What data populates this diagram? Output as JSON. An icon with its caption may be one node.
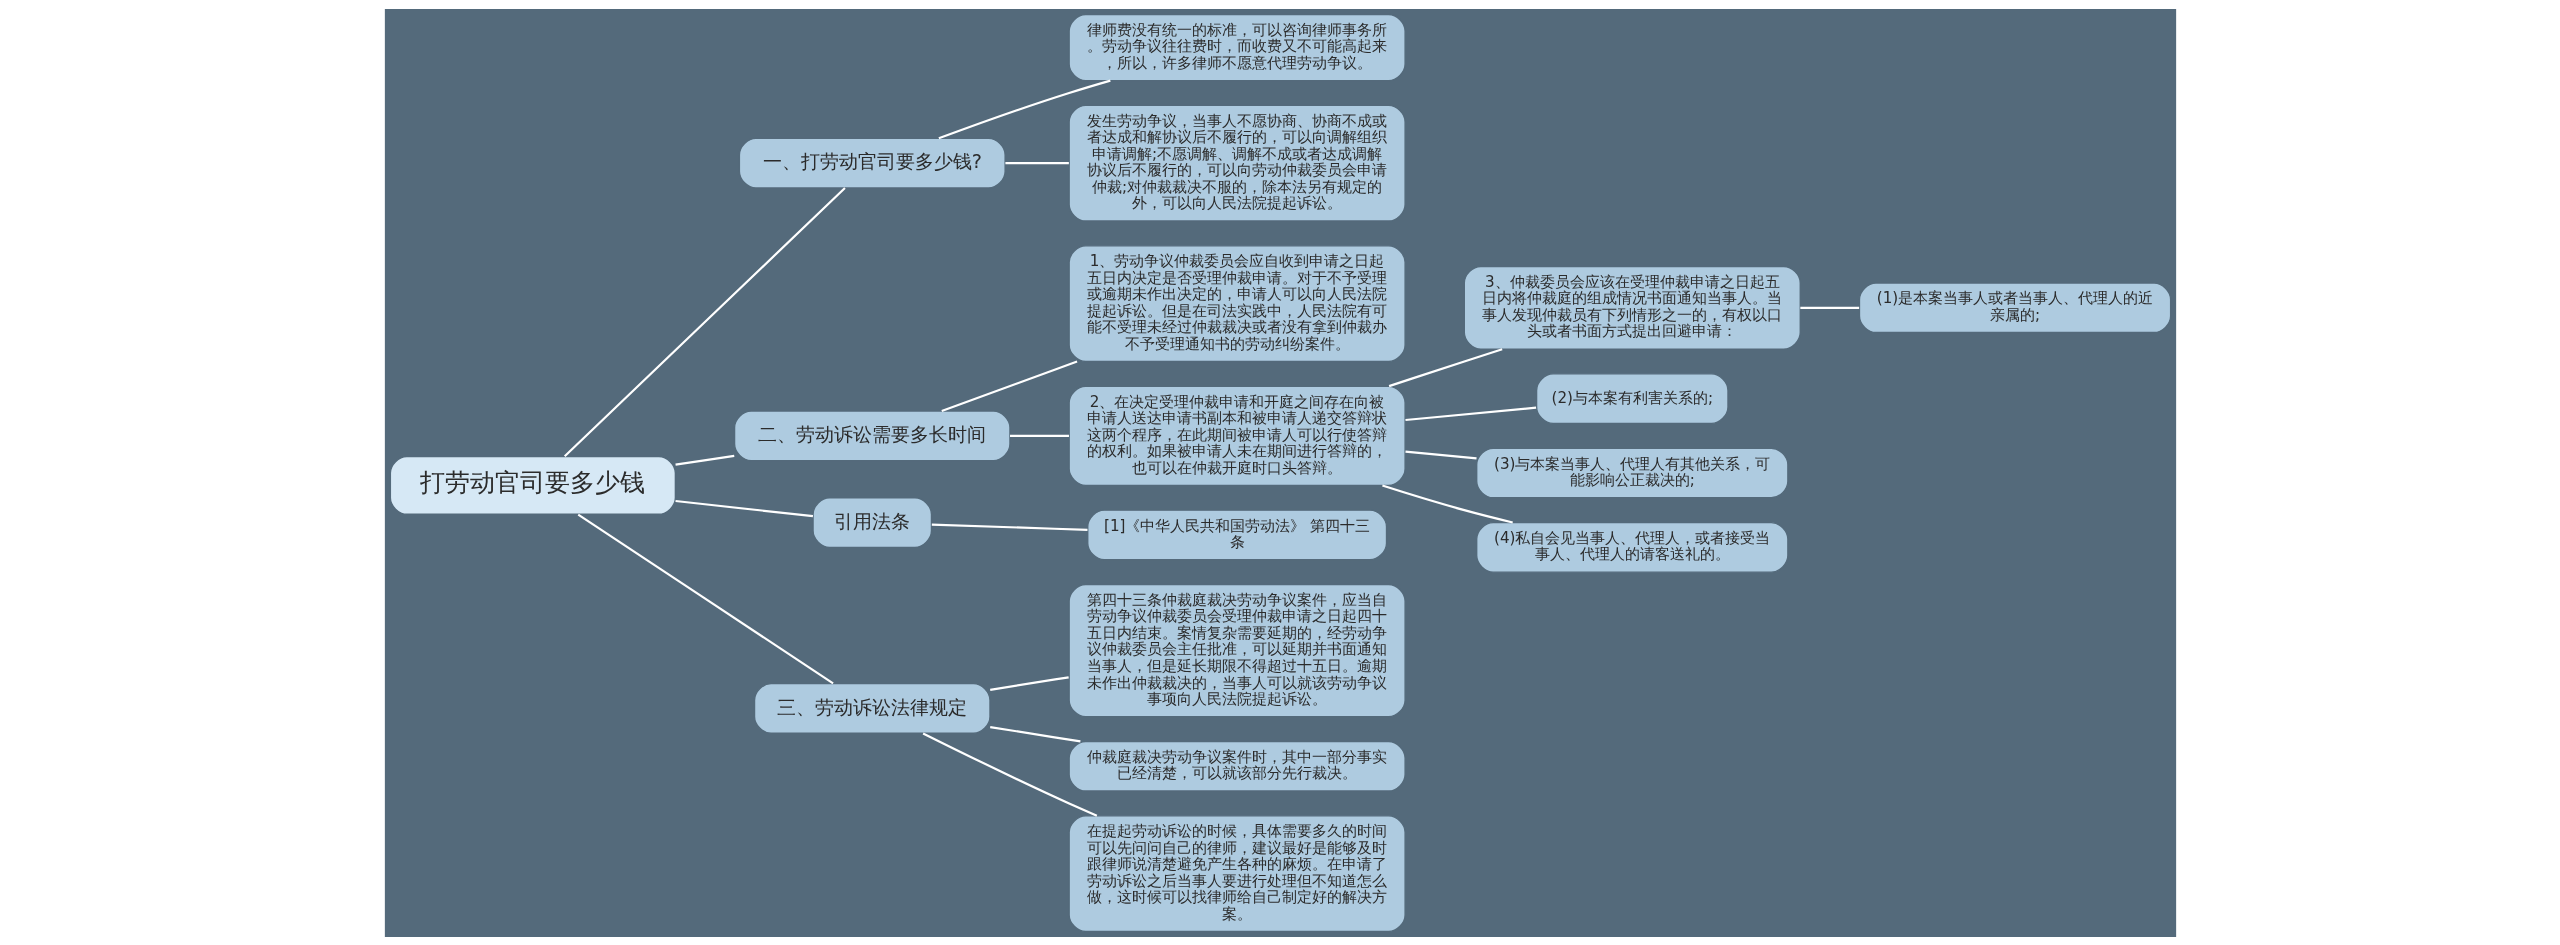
{
  "diagram": {
    "nodes": [
      {
        "text": [
          "打劳动官司要多少钱"
        ]
      },
      {
        "text": [
          "一、打劳动官司要多少钱?"
        ]
      },
      {
        "text": [
          "律师费没有统一的标准，可以咨询律师事务所。劳动争议往往费时，而收费又不可能高起来，所以，许多律师不愿意代理劳动争议。"
        ]
      },
      {
        "text": [
          "发生劳动争议，当事人不愿协商、协商不成或者达成和解协议后不履行的，可以向调解组织申请调解;不愿调解、调解不成或者达成调解协议后不履行的，可以向劳动仲裁委员会申请仲裁;对仲裁裁决不服的，除本法另有规定的外，可以向人民法院提起诉讼。"
        ]
      },
      {
        "text": [
          "二、劳动诉讼需要多长时间"
        ]
      },
      {
        "text": [
          "1、劳动争议仲裁委员会应自收到申请之日起五日内决定是否受理仲裁申请。对于不予受理或逾期未作出决定的，申请人可以向人民法院提起诉讼。但是在司法实践中，人民法院有可能不受理未经过仲裁裁决或者没有拿到仲裁办不予受理通知书的劳动纠纷案件。"
        ]
      },
      {
        "text": [
          "2、在决定受理仲裁申请和开庭之间存在向被申请人送达申请书副本和被申请人递交答辩状这两个程序，在此期间被申请人可以行使答辩的权利。如果被申请人未在期间进行答辩的，也可以在仲裁开庭时口头答辩。"
        ]
      },
      {
        "text": [
          "3、仲裁委员会应该在受理仲裁申请之日起五日内将仲裁庭的组成情况书面通知当事人。当事人发现仲裁员有下列情形之一的，有权以口头或者书面方式提出回避申请："
        ]
      },
      {
        "text": [
          "(1)是本案当事人或者当事人、代理人的近亲属的;"
        ]
      },
      {
        "text": [
          "(2)与本案有利害关系的;"
        ]
      },
      {
        "text": [
          "(3)与本案当事人、代理人有其他关系，可能影响公正裁决的;"
        ]
      },
      {
        "text": [
          "(4)私自会见当事人、代理人，或者接受当事人、代理人的请客送礼的。"
        ]
      },
      {
        "text": [
          "引用法条"
        ]
      },
      {
        "text": [
          "[1]《中华人民共和国劳动法》 第四十三条"
        ]
      },
      {
        "text": [
          "三、劳动诉讼法律规定"
        ]
      },
      {
        "text": [
          "第四十三条仲裁庭裁决劳动争议案件，应当自劳动争议仲裁委员会受理仲裁申请之日起四十五日内结束。案情复杂需要延期的，经劳动争议仲裁委员会主任批准，可以延期并书面通知当事人，但是延长期限不得超过十五日。逾期未作出仲裁裁决的，当事人可以就该劳动争议事项向人民法院提起诉讼。"
        ]
      },
      {
        "text": [
          "仲裁庭裁决劳动争议案件时，其中一部分事实已经清楚，可以就该部分先行裁决。"
        ]
      },
      {
        "text": [
          "在提起劳动诉讼的时候，具体需要多久的时间可以先问问自己的律师，建议最好是能够及时跟律师说清楚避免产生各种的麻烦。在申请了劳动诉讼之后当事人要进行处理但不知道怎么做，这时候可以找律师给自己制定好的解决方案。"
        ]
      }
    ],
    "edges": [
      {
        "from": 0,
        "to": 1,
        "arrow": "none"
      },
      {
        "from": 1,
        "to": 2,
        "arrow": "none"
      },
      {
        "from": 1,
        "to": 3,
        "arrow": "none"
      },
      {
        "from": 0,
        "to": 4,
        "arrow": "none"
      },
      {
        "from": 4,
        "to": 5,
        "arrow": "none"
      },
      {
        "from": 4,
        "to": 6,
        "arrow": "none"
      },
      {
        "from": 6,
        "to": 7,
        "arrow": "none"
      },
      {
        "from": 7,
        "to": 8,
        "arrow": "none"
      },
      {
        "from": 6,
        "to": 9,
        "arrow": "none"
      },
      {
        "from": 6,
        "to": 10,
        "arrow": "none"
      },
      {
        "from": 6,
        "to": 11,
        "arrow": "none"
      },
      {
        "from": 0,
        "to": 12,
        "arrow": "none"
      },
      {
        "from": 12,
        "to": 13,
        "arrow": "none"
      },
      {
        "from": 0,
        "to": 14,
        "arrow": "none"
      },
      {
        "from": 14,
        "to": 15,
        "arrow": "none"
      },
      {
        "from": 14,
        "to": 16,
        "arrow": "none"
      },
      {
        "from": 14,
        "to": 17,
        "arrow": "none"
      }
    ]
  }
}
